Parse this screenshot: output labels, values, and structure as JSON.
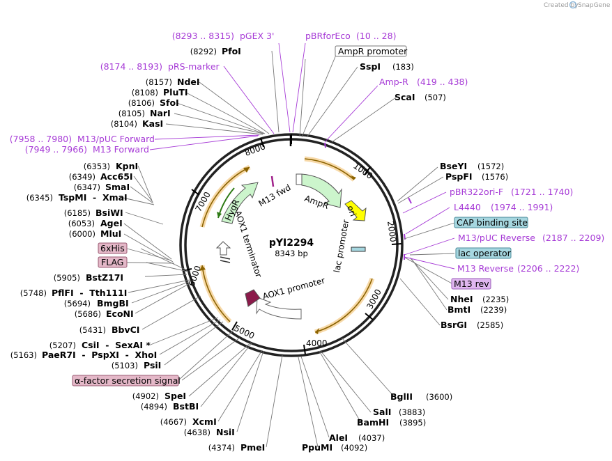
{
  "credit": {
    "prefix": "Created by",
    "brand": "SnapGene"
  },
  "plasmid": {
    "name": "pYI2294",
    "size": "8343 bp"
  },
  "ticks": [
    "1000",
    "2000",
    "3000",
    "4000",
    "5000",
    "6000",
    "7000",
    "8000"
  ],
  "sites": [
    {
      "name": "PfoI",
      "pos": "(8292)"
    },
    {
      "name": "SspI",
      "pos": "(183)"
    },
    {
      "name": "ScaI",
      "pos": "(507)"
    },
    {
      "name": "NdeI",
      "pos": "(8157)"
    },
    {
      "name": "PluTI",
      "pos": "(8108)"
    },
    {
      "name": "SfoI",
      "pos": "(8106)"
    },
    {
      "name": "NarI",
      "pos": "(8105)"
    },
    {
      "name": "KasI",
      "pos": "(8104)"
    },
    {
      "name": "BseYI",
      "pos": "(1572)"
    },
    {
      "name": "PspFI",
      "pos": "(1576)"
    },
    {
      "name": "KpnI",
      "pos": "(6353)"
    },
    {
      "name": "Acc65I",
      "pos": "(6349)"
    },
    {
      "name": "SmaI",
      "pos": "(6347)"
    },
    {
      "name": "TspMI  -  XmaI",
      "pos": "(6345)"
    },
    {
      "name": "BsiWI",
      "pos": "(6185)"
    },
    {
      "name": "AgeI",
      "pos": "(6053)"
    },
    {
      "name": "MluI",
      "pos": "(6000)"
    },
    {
      "name": "BstZ17I",
      "pos": "(5905)"
    },
    {
      "name": "PflFI  -  Tth111I",
      "pos": "(5748)"
    },
    {
      "name": "BmgBI",
      "pos": "(5694)"
    },
    {
      "name": "EcoNI",
      "pos": "(5686)"
    },
    {
      "name": "BbvCI",
      "pos": "(5431)"
    },
    {
      "name": "CsiI  -  SexAI *",
      "pos": "(5207)"
    },
    {
      "name": "PaeR7I  -  PspXI  -  XhoI",
      "pos": "(5163)"
    },
    {
      "name": "PsiI",
      "pos": "(5103)"
    },
    {
      "name": "SpeI",
      "pos": "(4902)"
    },
    {
      "name": "BstBI",
      "pos": "(4894)"
    },
    {
      "name": "XcmI",
      "pos": "(4667)"
    },
    {
      "name": "NsiI",
      "pos": "(4638)"
    },
    {
      "name": "PmeI",
      "pos": "(4374)"
    },
    {
      "name": "PpuMI",
      "pos": "(4092)"
    },
    {
      "name": "AleI",
      "pos": "(4037)"
    },
    {
      "name": "BamHI",
      "pos": "(3895)"
    },
    {
      "name": "SalI",
      "pos": "(3883)"
    },
    {
      "name": "BglII",
      "pos": "(3600)"
    },
    {
      "name": "NheI",
      "pos": "(2235)"
    },
    {
      "name": "BmtI",
      "pos": "(2239)"
    },
    {
      "name": "BsrGI",
      "pos": "(2585)"
    }
  ],
  "primers": [
    {
      "name": "pGEX 3'",
      "range": "(8293 .. 8315)"
    },
    {
      "name": "pBRforEco",
      "range": "(10 .. 28)"
    },
    {
      "name": "Amp-R",
      "range": "(419 .. 438)"
    },
    {
      "name": "pRS-marker",
      "range": "(8174 .. 8193)"
    },
    {
      "name": "M13/pUC Forward",
      "range": "(7958 .. 7980)"
    },
    {
      "name": "M13 Forward",
      "range": "(7949 .. 7966)"
    },
    {
      "name": "pBR322ori-F",
      "range": "(1721 .. 1740)"
    },
    {
      "name": "L4440",
      "range": "(1974 .. 1991)"
    },
    {
      "name": "M13/pUC Reverse",
      "range": "(2187 .. 2209)"
    },
    {
      "name": "M13 Reverse",
      "range": "(2206 .. 2222)"
    }
  ],
  "boxed_features": [
    {
      "label": "AmpR promoter",
      "fill": "#ffffff",
      "stroke": "#777777"
    },
    {
      "label": "CAP binding site",
      "fill": "#a6d7e0",
      "stroke": "#4a8a99"
    },
    {
      "label": "lac operator",
      "fill": "#a6d7e0",
      "stroke": "#4a8a99"
    },
    {
      "label": "M13 rev",
      "fill": "#e0b7f0",
      "stroke": "#9a5cb8"
    },
    {
      "label": "6xHis",
      "fill": "#e4b8c8",
      "stroke": "#9a5a72"
    },
    {
      "label": "FLAG",
      "fill": "#e4b8c8",
      "stroke": "#9a5a72"
    },
    {
      "label": "α-factor secretion signal",
      "fill": "#e4b8c8",
      "stroke": "#9a5a72"
    }
  ],
  "inner_features": [
    {
      "label": "AmpR",
      "color": "#ccf5cc"
    },
    {
      "label": "ori",
      "color": "#ffff00"
    },
    {
      "label": "lac promoter",
      "color": "#ffffff"
    },
    {
      "label": "AOX1 promoter",
      "color": "#ffffff"
    },
    {
      "label": "AOX1 terminator",
      "color": "#ffffff"
    },
    {
      "label": "HygR",
      "color": "#ccf5cc"
    },
    {
      "label": "M13 fwd",
      "color": "#a0208a"
    }
  ],
  "colors": {
    "primer": "#a63ad6",
    "orf": "#e8a733",
    "orf_arrow": "#8b6300",
    "alpha_factor": "#8b1a4a"
  }
}
